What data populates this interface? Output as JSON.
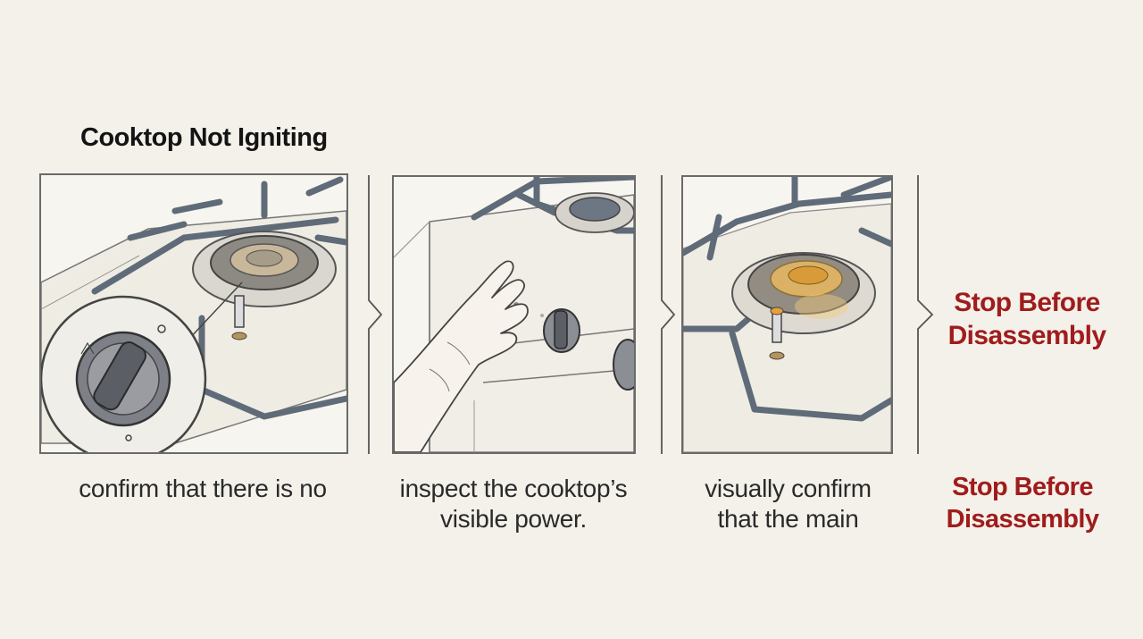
{
  "title": "Cooktop Not Igniting",
  "steps": [
    {
      "caption_lines": [
        "confirm that there is no"
      ],
      "illustration": "burner-knob-closeup-icon"
    },
    {
      "caption_lines": [
        "inspect the cooktop’s",
        "visible power."
      ],
      "illustration": "hand-on-controls-icon"
    },
    {
      "caption_lines": [
        "visually confirm",
        "that the main"
      ],
      "illustration": "burner-igniter-icon"
    }
  ],
  "warning": {
    "panel_lines": [
      "Stop Before",
      "Disassembly"
    ],
    "caption_lines": [
      "Stop Before",
      "Disassembly"
    ],
    "color": "#a01c1c"
  },
  "colors": {
    "background": "#f4f1ea",
    "line": "#4a4a4a",
    "grate": "#5f6b78",
    "flame": "#e5a23a"
  }
}
